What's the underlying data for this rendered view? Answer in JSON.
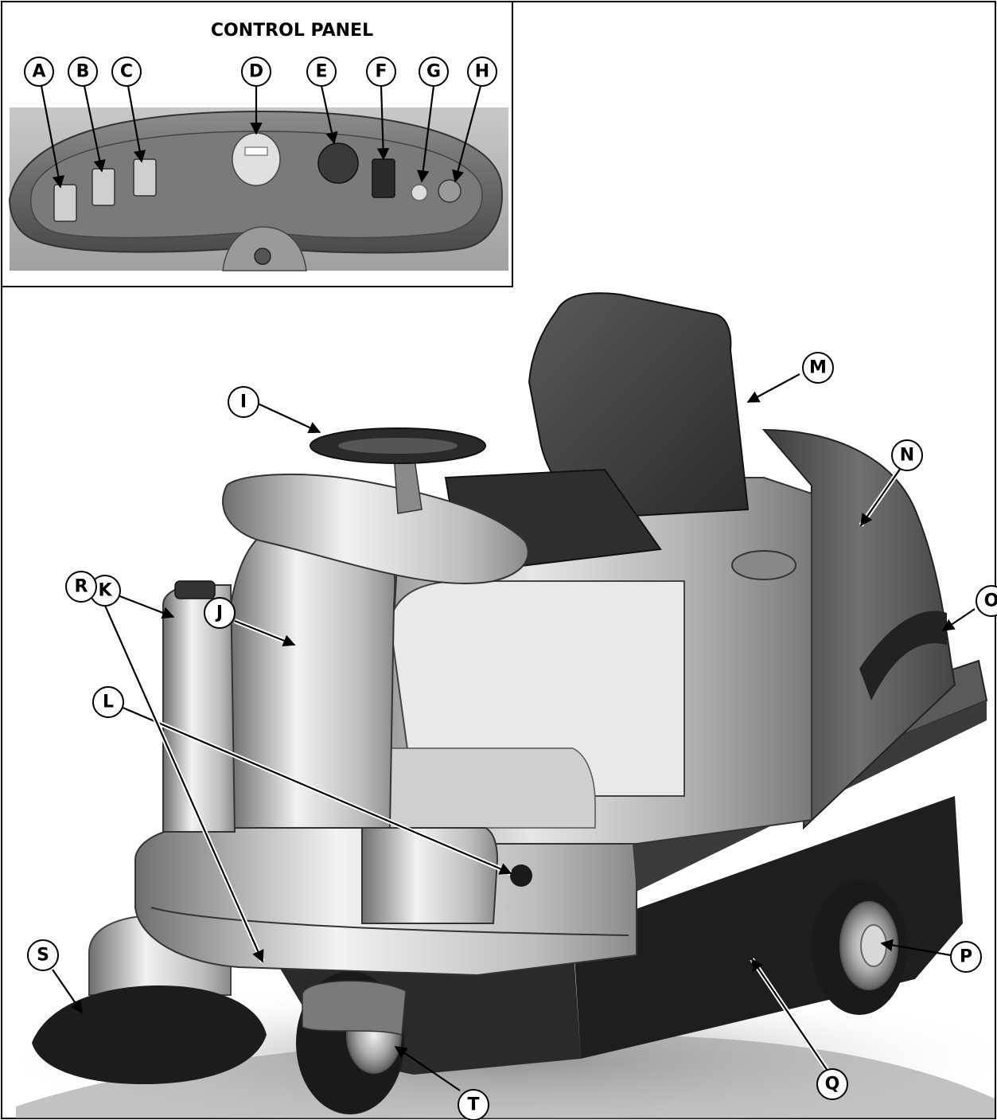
{
  "control_panel": {
    "title": "CONTROL PANEL"
  },
  "callouts": {
    "A": "A",
    "B": "B",
    "C": "C",
    "D": "D",
    "E": "E",
    "F": "F",
    "G": "G",
    "H": "H",
    "I": "I",
    "J": "J",
    "K": "K",
    "L": "L",
    "M": "M",
    "N": "N",
    "O": "O",
    "P": "P",
    "Q": "Q",
    "R": "R",
    "S": "S",
    "T": "T"
  }
}
